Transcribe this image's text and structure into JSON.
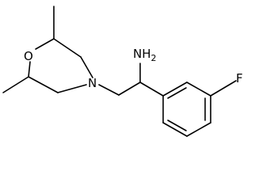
{
  "atoms": {
    "oxygen": "O",
    "nitrogen": "N",
    "amine_n": "NH",
    "amine_sub": "2",
    "fluorine": "F"
  },
  "colors": {
    "bond": "#000000",
    "label": "#000000",
    "background": "#ffffff"
  }
}
